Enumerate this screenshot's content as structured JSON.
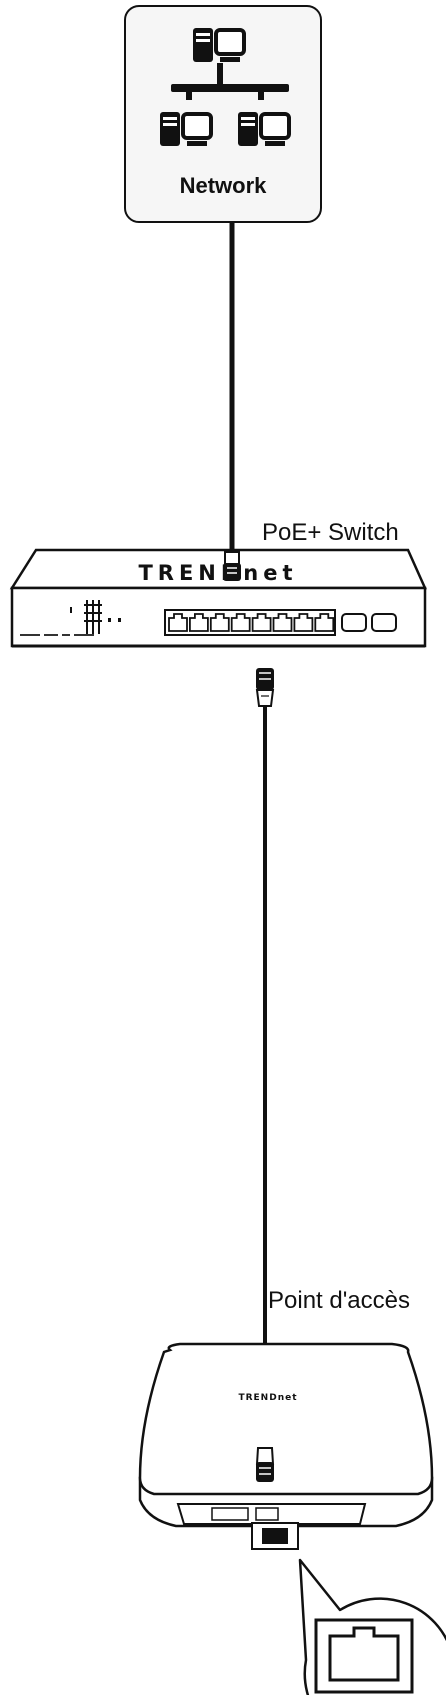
{
  "network": {
    "label": "Network",
    "icon": "network-computers-icon"
  },
  "switch": {
    "label": "PoE+ Switch",
    "brand": "TRENDnet",
    "ports": 8,
    "sfp_ports": 2
  },
  "access_point": {
    "label": "Point d'accès",
    "brand": "TRENDnet"
  },
  "port_callout": {
    "icon": "rj45-port-icon"
  },
  "colors": {
    "line": "#111111",
    "fill": "#ffffff",
    "network_box_fill": "#f6f6f6"
  }
}
